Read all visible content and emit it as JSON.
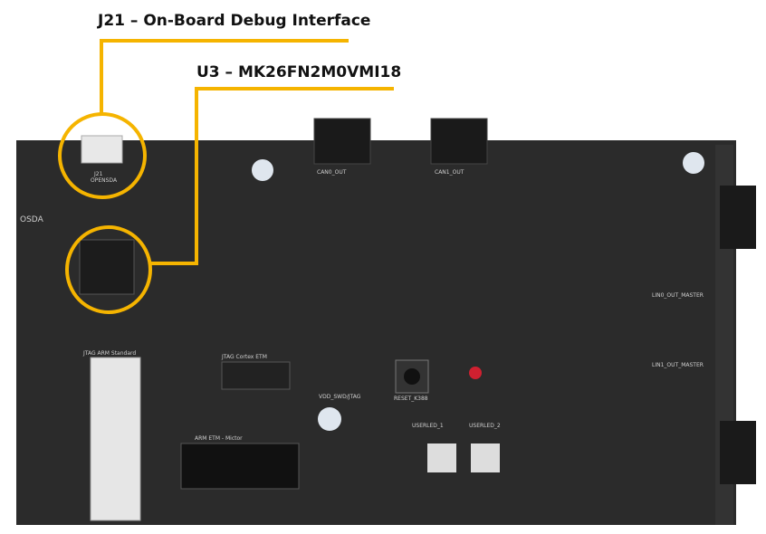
{
  "callouts": [
    {
      "label": "J21 – On-Board Debug Interface"
    },
    {
      "label": "U3 – MK26FN2M0VMI18"
    }
  ],
  "colors": {
    "callout": "#f5b400",
    "board": "#2a2a2a",
    "background": "#ffffff"
  },
  "board_labels": {
    "can0": "CAN0_OUT",
    "can1": "CAN1_OUT",
    "j21": "J21",
    "opensda": "OPENSDA",
    "osda": "OSDA",
    "jtag_std": "JTAG ARM Standard",
    "jtag_cortex": "JTAG Cortex ETM",
    "mictor": "ARM ETM - Mictor",
    "reset": "RESET_K388",
    "userled1": "USERLED_1",
    "userled2": "USERLED_2",
    "vdd_jtag": "VDD_SWD/JTAG",
    "lin0": "LIN0_OUT_MASTER",
    "lin1": "LIN1_OUT_MASTER"
  }
}
